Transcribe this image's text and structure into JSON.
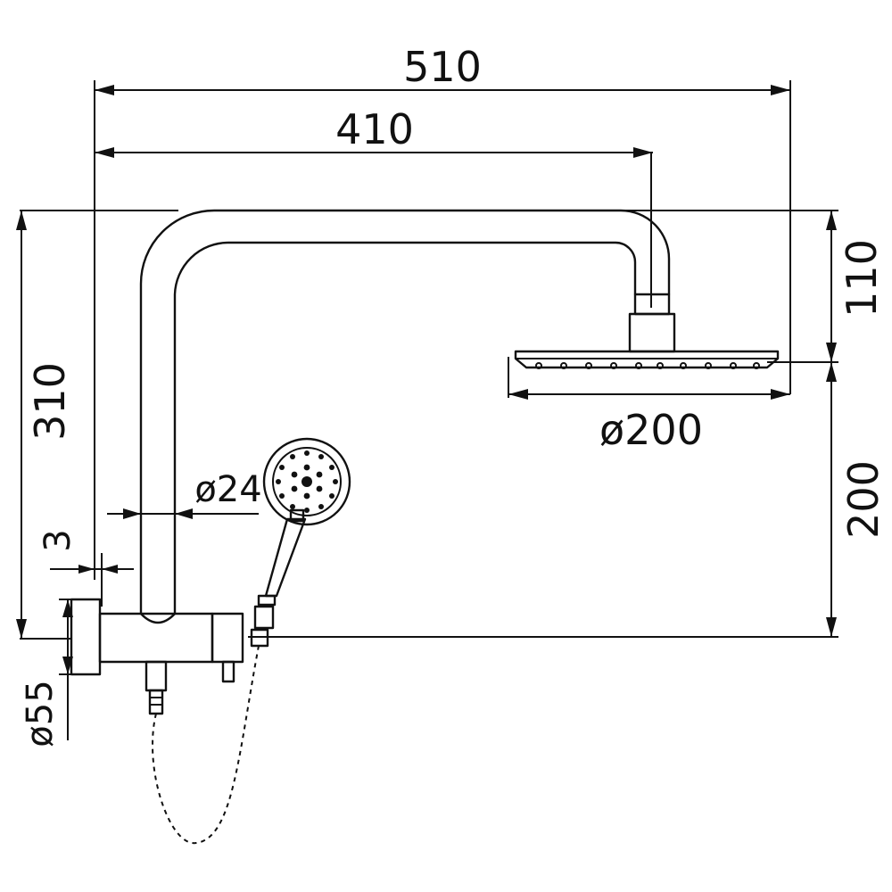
{
  "dimensions": {
    "overall_width": "510",
    "arm_reach": "410",
    "total_height": "310",
    "arm_drop": "110",
    "head_height": "200",
    "head_diameter": "ø200",
    "pipe_diameter": "ø24",
    "wall_gap": "3",
    "flange_diameter": "ø55"
  }
}
